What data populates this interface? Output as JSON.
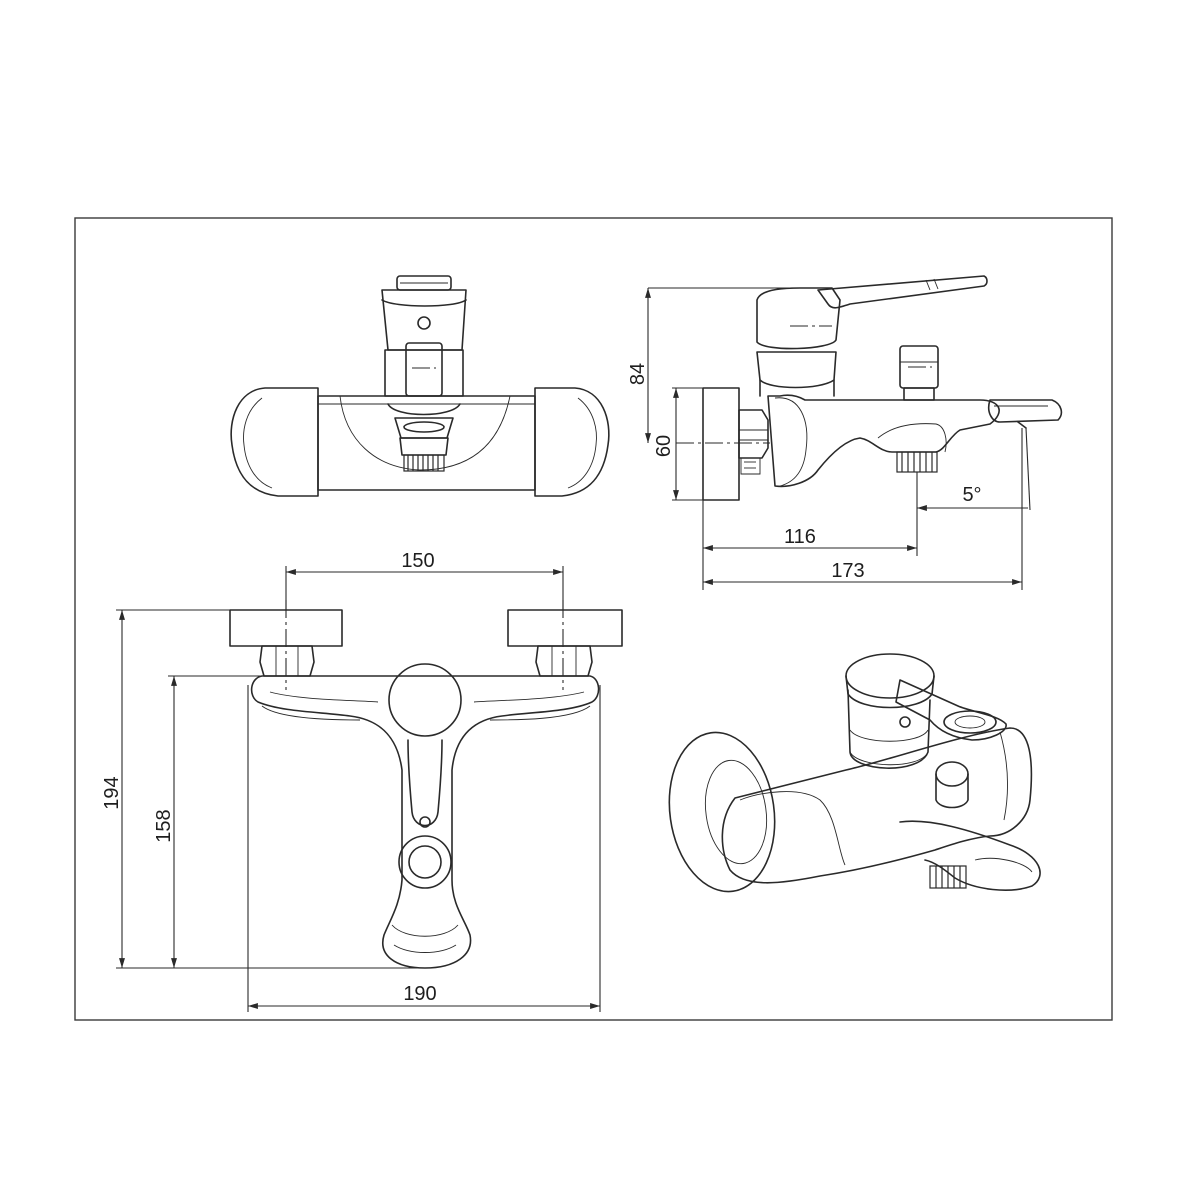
{
  "dimensions": {
    "spacing": "150",
    "width": "190",
    "height_total": "194",
    "height_body": "158",
    "depth_total": "173",
    "depth_outlet": "116",
    "height_handle": "84",
    "height_body_side": "60",
    "spout_angle": "5°"
  },
  "colors": {
    "line": "#2a2a2a",
    "background": "#ffffff"
  }
}
